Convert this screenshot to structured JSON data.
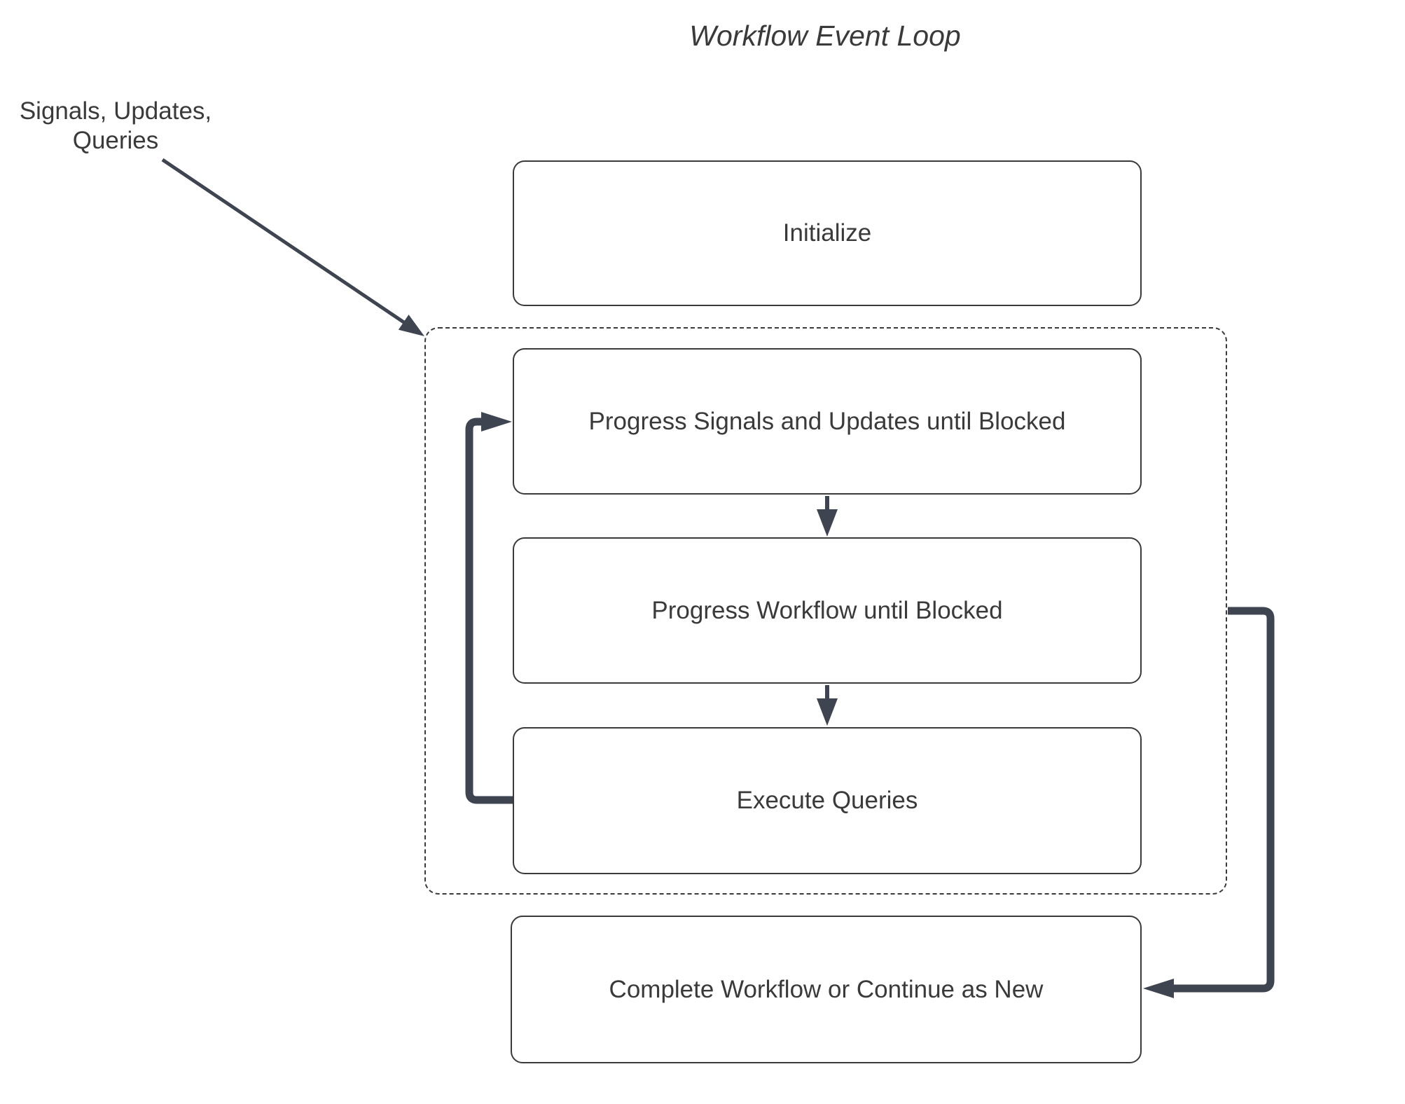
{
  "title": "Workflow Event Loop",
  "external_input": {
    "label": "Signals, Updates,\nQueries"
  },
  "nodes": [
    {
      "id": "initialize",
      "label": "Initialize"
    },
    {
      "id": "progress-signals",
      "label": "Progress Signals and Updates until Blocked"
    },
    {
      "id": "progress-workflow",
      "label": "Progress Workflow until Blocked"
    },
    {
      "id": "execute-queries",
      "label": "Execute Queries"
    },
    {
      "id": "complete",
      "label": "Complete Workflow or Continue as New"
    }
  ],
  "connectors": [
    {
      "id": "external-input-arrow",
      "from": "Signals, Updates, Queries",
      "to": "event-loop-container"
    },
    {
      "id": "arrow-signals-to-workflow",
      "from": "progress-signals",
      "to": "progress-workflow"
    },
    {
      "id": "arrow-workflow-to-queries",
      "from": "progress-workflow",
      "to": "execute-queries"
    },
    {
      "id": "loop-back-connector",
      "from": "execute-queries",
      "to": "progress-signals"
    },
    {
      "id": "exit-connector",
      "from": "event-loop-container",
      "to": "complete"
    }
  ],
  "colors": {
    "ink": "#3a3a3a",
    "connector": "#3e4450",
    "node_border": "#3a3a3a",
    "node_fill": "#ffffff",
    "canvas": "#ffffff"
  }
}
